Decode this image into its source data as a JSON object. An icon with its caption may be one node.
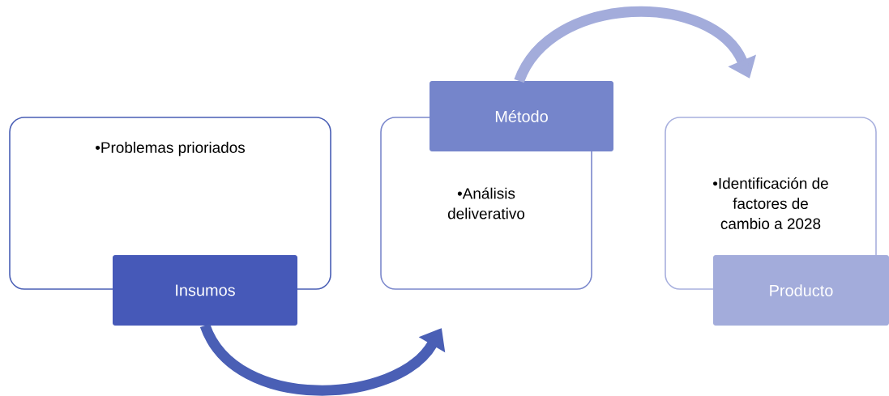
{
  "diagram": {
    "nodes": [
      {
        "text": [
          "•Problemas prioriados"
        ]
      },
      {
        "text": [
          "Insumos"
        ]
      },
      {
        "text": [
          "•Análisis deliverativo"
        ]
      },
      {
        "text": [
          "Método"
        ]
      },
      {
        "text": [
          "•Identificación de factores de cambio a 2028"
        ]
      },
      {
        "text": [
          "Producto"
        ]
      }
    ],
    "edges": [
      {
        "from": 1,
        "to": 2,
        "arrow": "to",
        "color": "#4a5fb5"
      },
      {
        "from": 3,
        "to": 4,
        "arrow": "to",
        "color": "#a3acdb"
      }
    ]
  }
}
